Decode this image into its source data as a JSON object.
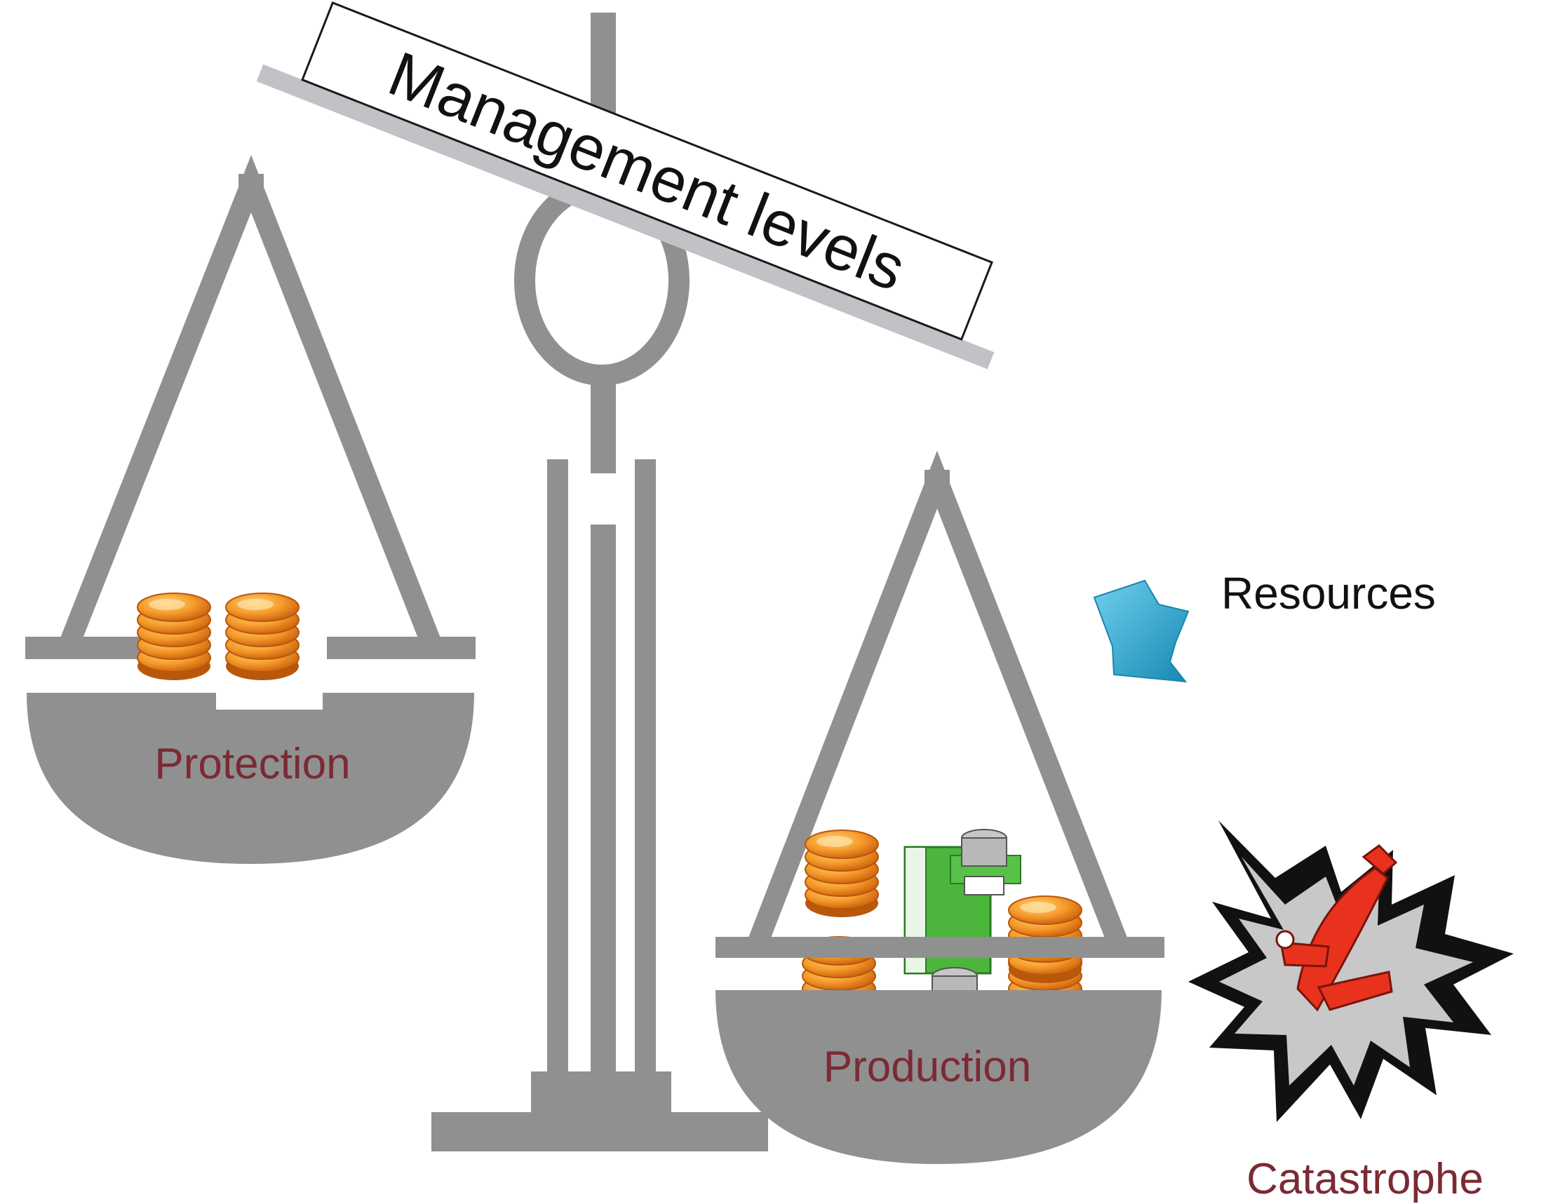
{
  "diagram": {
    "title": "Management levels",
    "left_pan_label": "Protection",
    "right_pan_label": "Production",
    "legend_label": "Resources",
    "event_label": "Catastrophe"
  },
  "icons": {
    "resource": "resource-drop-icon",
    "coins": "coin-stack-icon",
    "money": "cash-bundle-icon",
    "catastrophe": "crashed-plane-explosion-icon"
  },
  "colors": {
    "scale": "#909090",
    "beam": "#c0c2c5",
    "pan_text": "#7b2a33",
    "coin": "#f08a1f",
    "resource": "#2aa6cf",
    "burst_outer": "#111111",
    "burst_inner": "#c8c8c8",
    "plane": "#e8321e",
    "money": "#4cb63c"
  }
}
